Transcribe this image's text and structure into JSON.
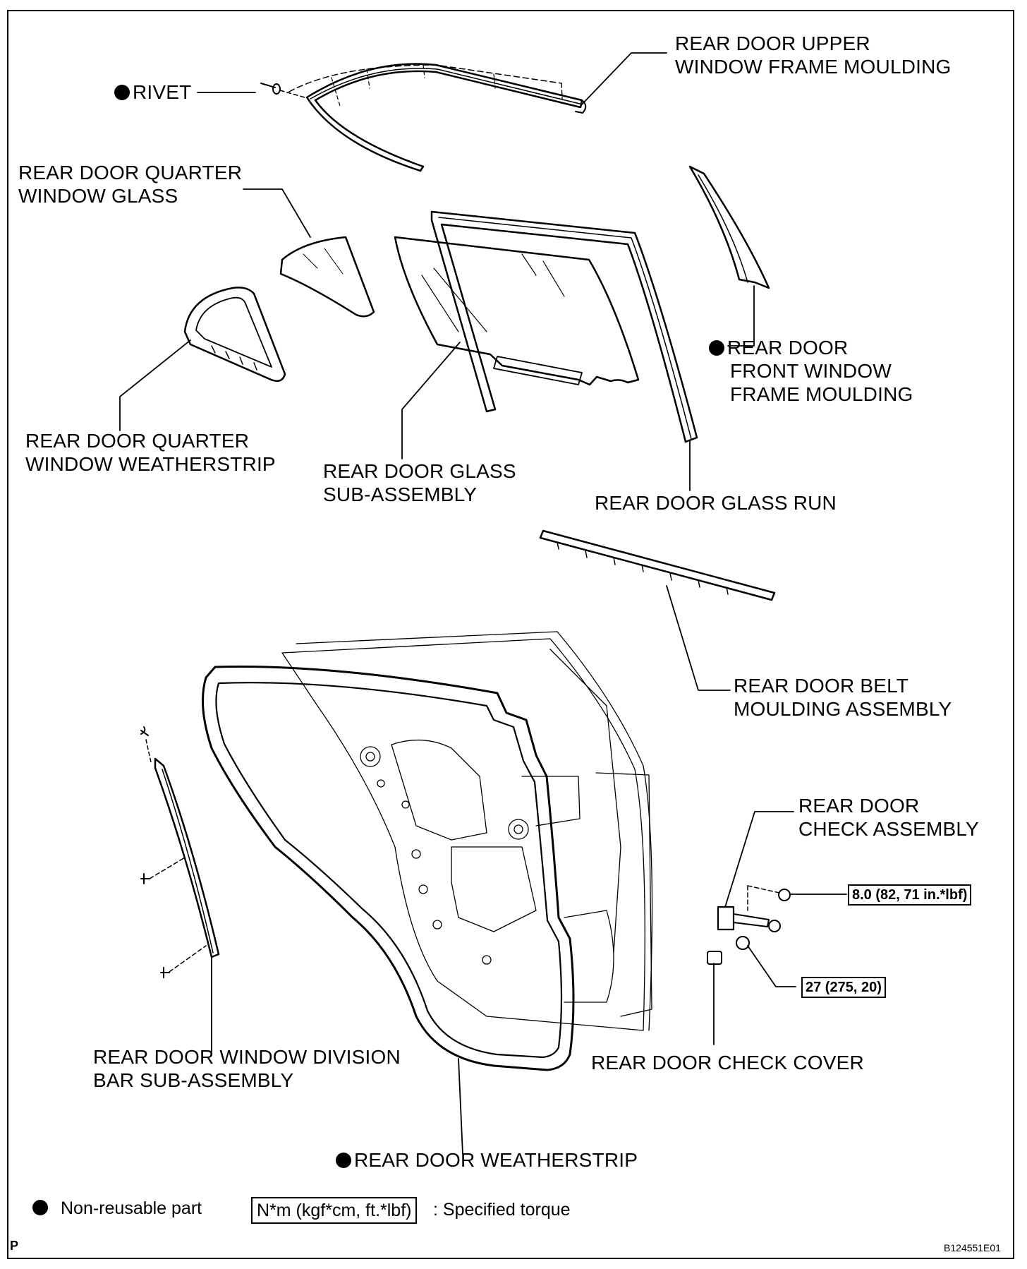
{
  "labels": {
    "rivet": "RIVET",
    "upper_moulding_1": "REAR DOOR UPPER",
    "upper_moulding_2": "WINDOW FRAME MOULDING",
    "quarter_glass_1": "REAR DOOR QUARTER",
    "quarter_glass_2": "WINDOW GLASS",
    "front_moulding_1": "REAR DOOR",
    "front_moulding_2": "FRONT WINDOW",
    "front_moulding_3": "FRAME MOULDING",
    "quarter_weatherstrip_1": "REAR DOOR QUARTER",
    "quarter_weatherstrip_2": "WINDOW WEATHERSTRIP",
    "glass_sub_1": "REAR DOOR GLASS",
    "glass_sub_2": "SUB-ASSEMBLY",
    "glass_run": "REAR DOOR GLASS RUN",
    "belt_moulding_1": "REAR DOOR BELT",
    "belt_moulding_2": "MOULDING ASSEMBLY",
    "check_assembly_1": "REAR DOOR",
    "check_assembly_2": "CHECK ASSEMBLY",
    "division_bar_1": "REAR DOOR WINDOW DIVISION",
    "division_bar_2": "BAR SUB-ASSEMBLY",
    "check_cover": "REAR DOOR CHECK COVER",
    "door_weatherstrip": "REAR DOOR WEATHERSTRIP"
  },
  "torques": {
    "check_bolt": "8.0 (82, 71 in.*lbf)",
    "check_nut": "27 (275, 20)"
  },
  "legend": {
    "non_reusable": "Non-reusable part",
    "torque_unit": "N*m (kgf*cm, ft.*lbf)",
    "torque_desc": ": Specified torque"
  },
  "footer": {
    "page_letter": "P",
    "figure_id": "B124551E01"
  }
}
